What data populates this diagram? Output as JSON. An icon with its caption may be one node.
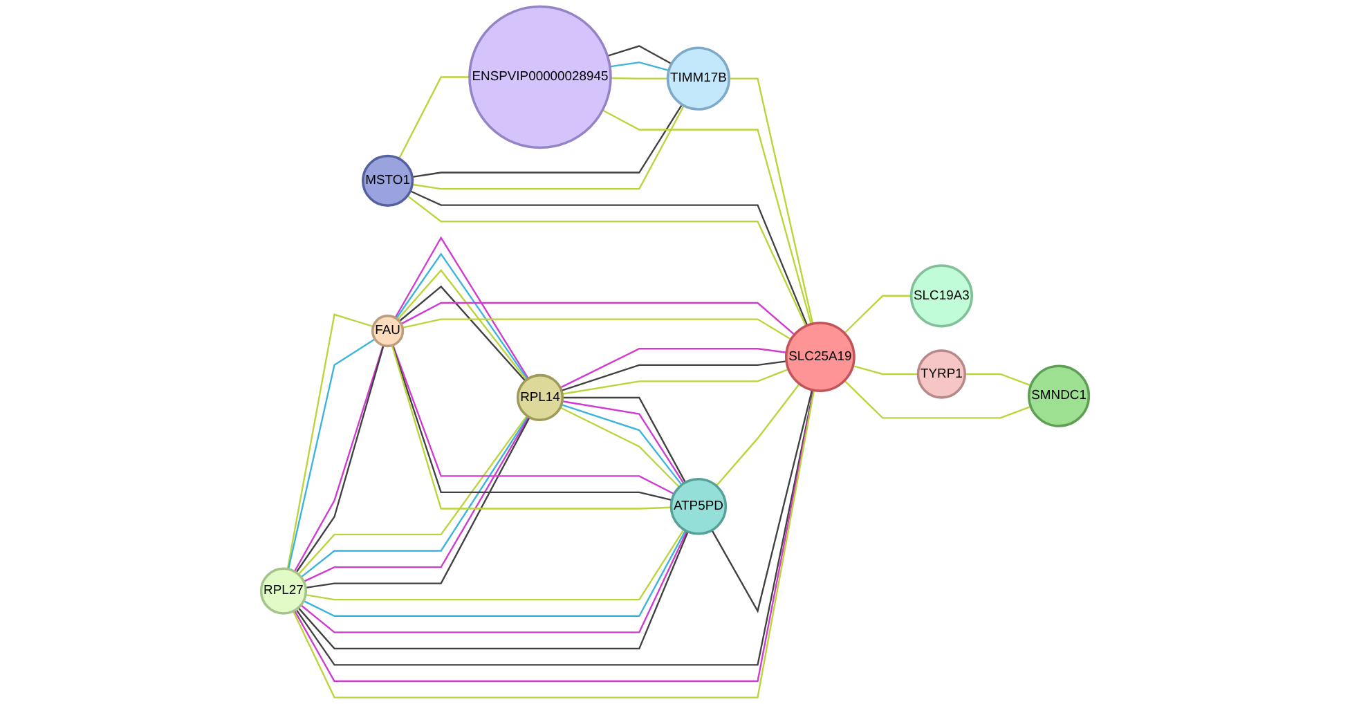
{
  "diagram": {
    "nodes": [
      {
        "text": [
          "ENSPVIP00000028945"
        ]
      },
      {
        "text": [
          "MSTO1"
        ]
      },
      {
        "text": [
          "TIMM17B"
        ]
      },
      {
        "text": [
          "RPL27"
        ]
      },
      {
        "text": [
          "FAU"
        ]
      },
      {
        "text": [
          "RPL14"
        ]
      },
      {
        "text": [
          "SLC25A19"
        ]
      },
      {
        "text": [
          "SLC19A3"
        ]
      },
      {
        "text": [
          "ATP5PD"
        ]
      },
      {
        "text": [
          "TYRP1"
        ]
      },
      {
        "text": [
          "SMNDC1"
        ]
      }
    ],
    "edges": [
      {
        "from": 1,
        "to": 0,
        "arrow": "none"
      },
      {
        "from": 1,
        "to": 2,
        "arrow": "none",
        "color": "#404040"
      },
      {
        "from": 1,
        "to": 2,
        "arrow": "none"
      },
      {
        "from": 1,
        "to": 6,
        "arrow": "none",
        "color": "#404040"
      },
      {
        "from": 1,
        "to": 6,
        "arrow": "none"
      },
      {
        "from": 0,
        "to": 2,
        "arrow": "none",
        "color": "#404040"
      },
      {
        "from": 0,
        "to": 2,
        "arrow": "none",
        "color": "#3ab4dc"
      },
      {
        "from": 0,
        "to": 2,
        "arrow": "none"
      },
      {
        "from": 0,
        "to": 6,
        "arrow": "none"
      },
      {
        "from": 2,
        "to": 6,
        "arrow": "none"
      },
      {
        "from": 3,
        "to": 4,
        "arrow": "none"
      },
      {
        "from": 3,
        "to": 4,
        "arrow": "none",
        "color": "#3ab4dc"
      },
      {
        "from": 3,
        "to": 4,
        "arrow": "none",
        "color": "#d03ad0"
      },
      {
        "from": 3,
        "to": 4,
        "arrow": "none",
        "color": "#404040"
      },
      {
        "from": 3,
        "to": 5,
        "arrow": "none"
      },
      {
        "from": 3,
        "to": 5,
        "arrow": "none",
        "color": "#3ab4dc"
      },
      {
        "from": 3,
        "to": 5,
        "arrow": "none",
        "color": "#d03ad0"
      },
      {
        "from": 3,
        "to": 5,
        "arrow": "none",
        "color": "#404040"
      },
      {
        "from": 3,
        "to": 8,
        "arrow": "none"
      },
      {
        "from": 3,
        "to": 8,
        "arrow": "none",
        "color": "#3ab4dc"
      },
      {
        "from": 3,
        "to": 8,
        "arrow": "none",
        "color": "#d03ad0"
      },
      {
        "from": 3,
        "to": 8,
        "arrow": "none",
        "color": "#404040"
      },
      {
        "from": 3,
        "to": 6,
        "arrow": "none",
        "color": "#404040"
      },
      {
        "from": 3,
        "to": 6,
        "arrow": "none",
        "color": "#d03ad0"
      },
      {
        "from": 3,
        "to": 6,
        "arrow": "none"
      },
      {
        "from": 4,
        "to": 5,
        "arrow": "none",
        "color": "#d03ad0"
      },
      {
        "from": 4,
        "to": 5,
        "arrow": "none",
        "color": "#3ab4dc"
      },
      {
        "from": 4,
        "to": 5,
        "arrow": "none"
      },
      {
        "from": 4,
        "to": 5,
        "arrow": "none",
        "color": "#404040"
      },
      {
        "from": 4,
        "to": 6,
        "arrow": "none",
        "color": "#d03ad0"
      },
      {
        "from": 4,
        "to": 6,
        "arrow": "none"
      },
      {
        "from": 4,
        "to": 8,
        "arrow": "none",
        "color": "#d03ad0"
      },
      {
        "from": 4,
        "to": 8,
        "arrow": "none",
        "color": "#404040"
      },
      {
        "from": 4,
        "to": 8,
        "arrow": "none"
      },
      {
        "from": 5,
        "to": 6,
        "arrow": "none",
        "color": "#d03ad0"
      },
      {
        "from": 5,
        "to": 6,
        "arrow": "none",
        "color": "#404040"
      },
      {
        "from": 5,
        "to": 6,
        "arrow": "none"
      },
      {
        "from": 5,
        "to": 8,
        "arrow": "none",
        "color": "#404040"
      },
      {
        "from": 5,
        "to": 8,
        "arrow": "none",
        "color": "#d03ad0"
      },
      {
        "from": 5,
        "to": 8,
        "arrow": "none",
        "color": "#3ab4dc"
      },
      {
        "from": 5,
        "to": 8,
        "arrow": "none"
      },
      {
        "from": 8,
        "to": 6,
        "arrow": "none"
      },
      {
        "from": 8,
        "to": 6,
        "arrow": "none",
        "color": "#404040"
      },
      {
        "from": 6,
        "to": 7,
        "arrow": "none"
      },
      {
        "from": 6,
        "to": 9,
        "arrow": "none"
      },
      {
        "from": 6,
        "to": 10,
        "arrow": "none"
      },
      {
        "from": 9,
        "to": 10,
        "arrow": "none"
      }
    ]
  }
}
